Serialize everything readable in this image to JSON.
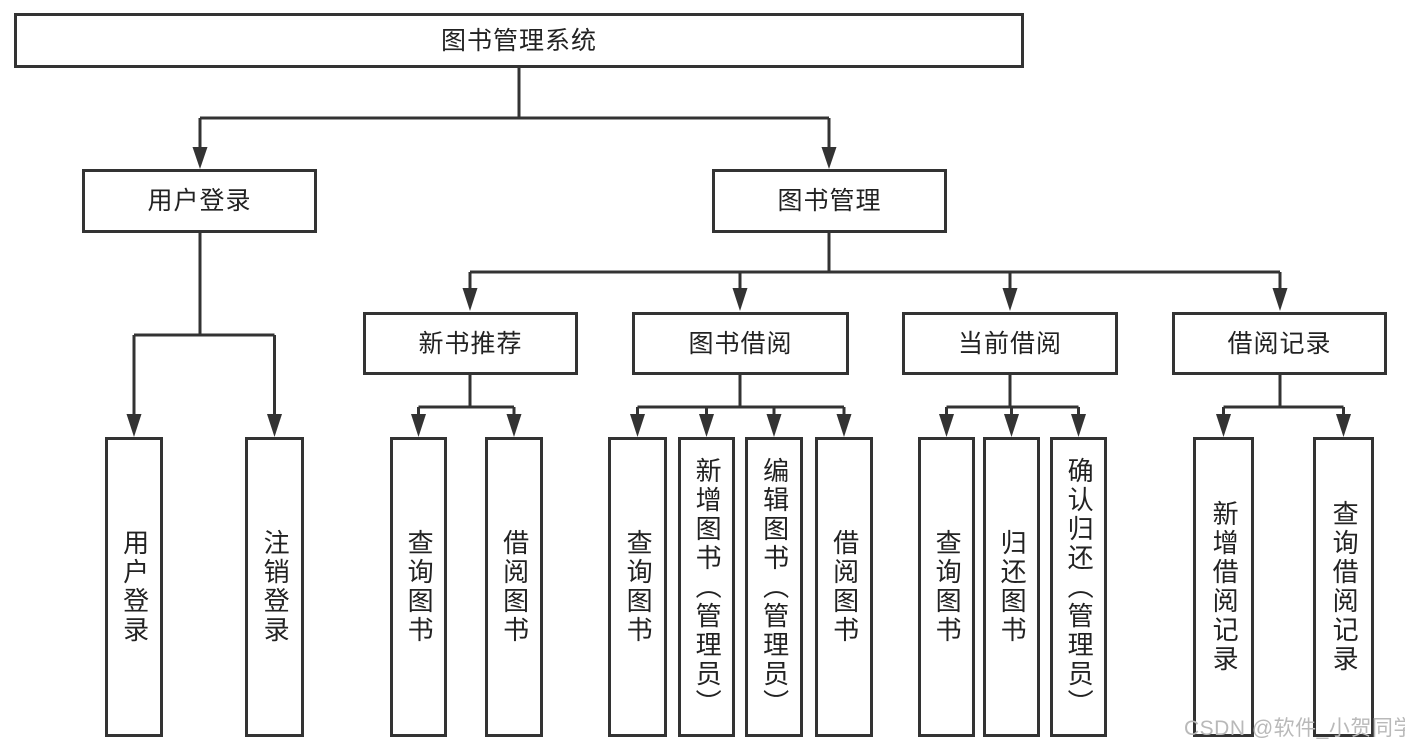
{
  "colors": {
    "line": "#333333",
    "text": "#222222",
    "watermark": "#b9b9b9",
    "background": "#ffffff"
  },
  "tree": {
    "root": "图书管理系统",
    "branches": [
      {
        "name": "用户登录",
        "leaves": [
          "用户登录",
          "注销登录"
        ]
      },
      {
        "name": "图书管理",
        "sections": [
          {
            "name": "新书推荐",
            "leaves": [
              "查询图书",
              "借阅图书"
            ]
          },
          {
            "name": "图书借阅",
            "leaves": [
              "查询图书",
              "新增图书（管理员）",
              "编辑图书（管理员）",
              "借阅图书"
            ]
          },
          {
            "name": "当前借阅",
            "leaves": [
              "查询图书",
              "归还图书",
              "确认归还（管理员）"
            ]
          },
          {
            "name": "借阅记录",
            "leaves": [
              "新增借阅记录",
              "查询借阅记录"
            ]
          }
        ]
      }
    ]
  },
  "watermark": {
    "text": "CSDN @软件_小贺同学"
  }
}
